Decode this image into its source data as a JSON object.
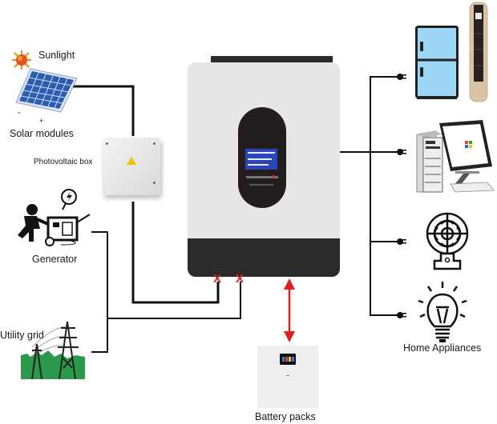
{
  "diagram": {
    "title": "Off-grid / hybrid solar inverter system",
    "sources": {
      "sunlight": {
        "label": "Sunlight",
        "icon": "sun-icon"
      },
      "solar_modules": {
        "label": "Solar modules",
        "minus": "-",
        "plus": "+",
        "icon": "solar-panel-icon"
      },
      "pv_box": {
        "label": "Photovoltaic box",
        "icon": "junction-box-icon"
      },
      "generator": {
        "label": "Generator",
        "icon": "generator-icon"
      },
      "utility_grid": {
        "label": "Utility grid",
        "icon": "power-tower-icon"
      }
    },
    "inverter": {
      "icon": "inverter-icon",
      "screen_color": "#2a45b8"
    },
    "battery": {
      "label": "Battery packs",
      "icon": "battery-pack-icon"
    },
    "loads": {
      "label": "Home Appliances",
      "items": [
        {
          "name": "refrigerator",
          "icon": "refrigerator-icon"
        },
        {
          "name": "tower-air-conditioner",
          "icon": "air-conditioner-icon"
        },
        {
          "name": "desktop-computer",
          "icon": "computer-icon"
        },
        {
          "name": "fan",
          "icon": "fan-icon"
        },
        {
          "name": "light-bulb",
          "icon": "light-bulb-icon"
        }
      ]
    },
    "markers": {
      "disconnected": "X"
    },
    "colors": {
      "wire": "#111111",
      "marker": "#e0201c",
      "battery_arrow": "#e0201c",
      "grid_green": "#2a9a4a",
      "panel_blue": "#2a5db0",
      "fridge_blue": "#9ed6f5",
      "inverter_body": "#e6e6e6",
      "inverter_dark": "#2b2b2b"
    }
  }
}
